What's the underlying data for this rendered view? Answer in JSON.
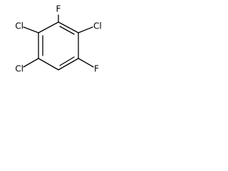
{
  "structure": {
    "labels": {
      "f_top": "F",
      "cl_upper_left": "Cl",
      "cl_upper_right": "Cl",
      "cl_lower_left": "Cl",
      "f_lower_right": "F"
    },
    "colors": {
      "bond": "#000000",
      "text": "#000000",
      "background": "#ffffff"
    }
  }
}
